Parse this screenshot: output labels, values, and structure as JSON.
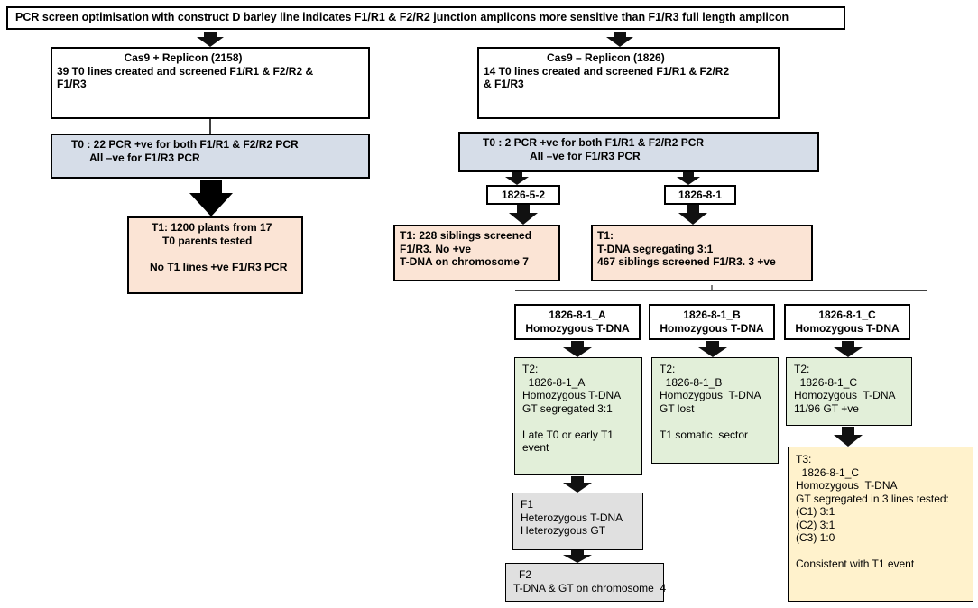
{
  "title": "PCR screen optimisation with construct D barley line indicates F1/R1 & F2/R2 junction amplicons more sensitive than F1/R3 full length amplicon",
  "left": {
    "construct": {
      "heading": "Cas9 + Replicon (2158)",
      "lines": [
        "39 T0 lines created and screened F1/R1 & F2/R2 &",
        "F1/R3"
      ]
    },
    "t0": {
      "lines": [
        "T0 : 22 PCR +ve for  both F1/R1 & F2/R2 PCR",
        "All –ve for F1/R3 PCR"
      ]
    },
    "t1": {
      "lines": [
        "T1: 1200 plants from 17",
        "T0 parents tested",
        "",
        "No T1 lines +ve F1/R3 PCR"
      ]
    }
  },
  "right": {
    "construct": {
      "heading": "Cas9 – Replicon (1826)",
      "lines": [
        "14 T0 lines created and screened F1/R1 & F2/R2",
        "& F1/R3"
      ]
    },
    "t0": {
      "lines": [
        "T0 : 2 PCR +ve for both F1/R1 & F2/R2 PCR",
        "All –ve for F1/R3 PCR"
      ]
    },
    "line_a": {
      "label": "1826-5-2"
    },
    "line_b": {
      "label": "1826-8-1"
    },
    "t1_a": {
      "lines": [
        "T1: 228 siblings screened",
        "F1/R3. No +ve",
        "T-DNA on chromosome 7"
      ]
    },
    "t1_b": {
      "lines": [
        "T1:",
        "T-DNA segregating 3:1",
        "467 siblings screened F1/R3. 3 +ve"
      ]
    },
    "sublines": [
      {
        "name": "1826-8-1_A",
        "desc": "Homozygous T-DNA"
      },
      {
        "name": "1826-8-1_B",
        "desc": "Homozygous T-DNA"
      },
      {
        "name": "1826-8-1_C",
        "desc": "Homozygous T-DNA"
      }
    ],
    "t2_a": {
      "lines": [
        "T2:",
        "  1826-8-1_A",
        "Homozygous T-DNA",
        "GT segregated 3:1",
        "",
        "Late T0 or early T1",
        "event"
      ]
    },
    "t2_b": {
      "lines": [
        "T2:",
        "  1826-8-1_B",
        "Homozygous  T-DNA",
        "GT lost",
        "",
        "T1 somatic  sector"
      ]
    },
    "t2_c": {
      "lines": [
        "T2:",
        "  1826-8-1_C",
        "Homozygous  T-DNA",
        "11/96 GT +ve"
      ]
    },
    "f1": {
      "lines": [
        "F1",
        "Heterozygous T-DNA",
        "Heterozygous GT"
      ]
    },
    "f2": {
      "lines": [
        "F2",
        "T-DNA & GT on chromosome  4"
      ]
    },
    "t3": {
      "lines": [
        "T3:",
        "  1826-8-1_C",
        "Homozygous  T-DNA",
        "GT segregated in 3 lines tested:",
        "(C1) 3:1",
        "(C2) 3:1",
        "(C3) 1:0",
        "",
        "Consistent with T1 event"
      ]
    }
  }
}
